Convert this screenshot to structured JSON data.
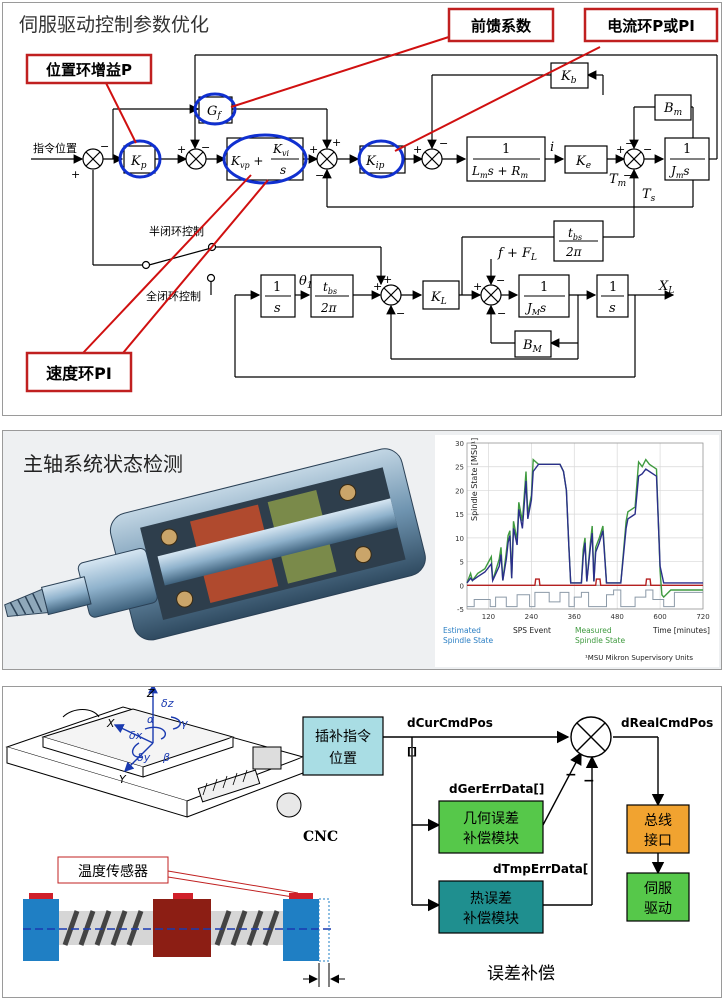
{
  "servo": {
    "title": "伺服驱动控制参数优化",
    "callouts": {
      "position_gain": "位置环增益P",
      "feedforward": "前馈系数",
      "current_loop": "电流环P或PI",
      "speed_loop": "速度环PI"
    },
    "labels": {
      "command_position": "指令位置",
      "semi_closed": "半闭环控制",
      "full_closed": "全闭环控制"
    },
    "blocks": {
      "kp": "K_p",
      "gf": "G_f",
      "kb": "K_b",
      "bm": "B_m",
      "kvp": "K_vp + K_vi / s",
      "kip": "K_ip",
      "electrical": "1 / (L_m s + R_m)",
      "ke": "K_e",
      "mech": "1 / (J_m s)",
      "tbs_top": "t_bs / 2π",
      "integrator1": "1 / s",
      "tbs_mid": "t_bs / 2π",
      "kl": "K_L",
      "load": "1 / (J_M s)",
      "integrator2": "1 / s",
      "bM": "B_M"
    },
    "signals": {
      "i": "i",
      "tm": "T_m",
      "ts": "T_s",
      "theta": "θ_1",
      "disturbance": "f + F_L",
      "xl": "X_L"
    }
  },
  "spindle": {
    "title": "主轴系统状态检测",
    "chart_data": {
      "type": "line",
      "title": "",
      "xlabel": "Time [minutes]",
      "ylabel": "Spindle State [MSU¹]",
      "xlim": [
        60,
        720
      ],
      "ylim": [
        -5,
        30
      ],
      "x_ticks": [
        120,
        240,
        360,
        480,
        600,
        720
      ],
      "y_ticks": [
        -5,
        0,
        5,
        10,
        15,
        20,
        25,
        30
      ],
      "grid": true,
      "series": [
        {
          "name": "Estimated Spindle State",
          "color": "#2b2f8a",
          "x": [
            60,
            70,
            75,
            90,
            110,
            128,
            132,
            150,
            155,
            160,
            170,
            175,
            180,
            185,
            190,
            200,
            205,
            215,
            225,
            230,
            240,
            245,
            260,
            320,
            330,
            338,
            345,
            350,
            380,
            385,
            390,
            395,
            405,
            410,
            415,
            420,
            430,
            440,
            450,
            470,
            490,
            505,
            510,
            520,
            530,
            540,
            550,
            560,
            570,
            590,
            600,
            610,
            630,
            720
          ],
          "values": [
            0.5,
            1.5,
            1.0,
            1.8,
            2.8,
            4.5,
            1.0,
            4.0,
            6.5,
            1.0,
            5.5,
            9.0,
            10.5,
            1.5,
            12.0,
            8.5,
            16.0,
            12.0,
            22.0,
            14.0,
            18.0,
            24.0,
            25.5,
            25.5,
            24.0,
            20.0,
            8.0,
            0.5,
            0.5,
            6.0,
            9.0,
            0.8,
            8.0,
            11.0,
            0.8,
            7.0,
            9.0,
            11.5,
            0.5,
            0.5,
            0.5,
            12.0,
            14.0,
            14.5,
            15.0,
            23.0,
            23.5,
            24.5,
            24.0,
            23.0,
            4.0,
            0.5,
            0.5,
            0.5
          ]
        },
        {
          "name": "Measured Spindle State",
          "color": "#3f9a3f",
          "x": [
            60,
            70,
            75,
            90,
            110,
            128,
            132,
            150,
            155,
            160,
            170,
            175,
            180,
            185,
            190,
            200,
            205,
            215,
            225,
            230,
            240,
            245,
            260,
            320,
            330,
            338,
            345,
            350,
            380,
            385,
            390,
            395,
            405,
            410,
            415,
            420,
            430,
            440,
            450,
            470,
            490,
            505,
            510,
            520,
            530,
            540,
            550,
            560,
            570,
            590,
            600,
            605,
            610,
            630,
            720
          ],
          "values": [
            0.5,
            2.5,
            1.0,
            2.5,
            3.5,
            6.0,
            1.0,
            5.5,
            8.0,
            1.0,
            7.0,
            10.5,
            11.5,
            1.5,
            13.5,
            9.5,
            17.5,
            13.5,
            24.0,
            15.0,
            19.0,
            26.5,
            25.5,
            25.5,
            24.0,
            20.0,
            8.0,
            0.5,
            0.5,
            7.5,
            10.0,
            0.8,
            9.0,
            12.5,
            0.8,
            8.0,
            10.0,
            12.5,
            0.5,
            0.5,
            0.5,
            13.5,
            15.5,
            16.0,
            16.5,
            26.0,
            25.0,
            26.5,
            25.5,
            24.5,
            3.0,
            -2.0,
            -2.5,
            -1.0,
            -1.0
          ]
        },
        {
          "name": "SPS Event",
          "color": "#b52020",
          "x": [
            60,
            250,
            252,
            262,
            264,
            420,
            422,
            432,
            434,
            560,
            562,
            572,
            574,
            720
          ],
          "values": [
            0,
            0,
            1.3,
            1.3,
            0,
            0,
            1.3,
            1.3,
            0,
            0,
            1.3,
            1.3,
            0,
            0
          ]
        },
        {
          "name": "",
          "color": "#8c9aa8",
          "x": [
            60,
            80,
            80,
            125,
            125,
            140,
            140,
            170,
            170,
            200,
            200,
            235,
            235,
            250,
            250,
            290,
            290,
            320,
            320,
            345,
            345,
            360,
            360,
            380,
            380,
            400,
            400,
            450,
            450,
            470,
            470,
            490,
            490,
            530,
            530,
            560,
            560,
            580,
            580,
            610,
            610,
            640,
            640,
            720
          ],
          "values": [
            -4.5,
            -4.5,
            -3.0,
            -3.0,
            -4.5,
            -4.5,
            -2.5,
            -2.5,
            -4.5,
            -4.5,
            -2.0,
            -2.0,
            -4.5,
            -4.5,
            -1.5,
            -1.5,
            -3.5,
            -3.5,
            -1.5,
            -1.5,
            -4.5,
            -4.5,
            -2.5,
            -2.5,
            -1.5,
            -1.5,
            -4.5,
            -4.5,
            -2.0,
            -2.0,
            -1.0,
            -1.0,
            -4.5,
            -4.5,
            -2.5,
            -2.5,
            -1.0,
            -1.0,
            -3.0,
            -3.0,
            -4.5,
            -4.5,
            -1.5,
            -1.5
          ]
        }
      ],
      "legend": [
        {
          "label": "Estimated\nSpindle State",
          "color": "#2b7fc4"
        },
        {
          "label": "SPS Event",
          "color": "#222222"
        },
        {
          "label": "Measured\nSpindle State",
          "color": "#3f9a3f"
        },
        {
          "label": "Time [minutes]",
          "color": "#222222"
        }
      ],
      "footnote": "¹MSU Mikron Supervisory Units"
    }
  },
  "compensation": {
    "cnc_label": "CNC",
    "axes": {
      "z": "Z",
      "x": "X",
      "y": "Y",
      "alpha": "α",
      "gamma": "γ",
      "beta": "β",
      "dz": "δz",
      "dx": "δx",
      "dy": "δy"
    },
    "temp_sensor": "温度传感器",
    "blocks": {
      "interp": "插补指令\n位置",
      "geo": "几何误差\n补偿模块",
      "thermal": "热误差\n补偿模块",
      "bus": "总线\n接口",
      "drive": "伺服\n驱动"
    },
    "signals": {
      "cur": "dCurCmdPos",
      "real": "dRealCmdPos",
      "ger": "dGerErrData[]",
      "tmp": "dTmpErrData["
    },
    "caption": "误差补偿"
  }
}
